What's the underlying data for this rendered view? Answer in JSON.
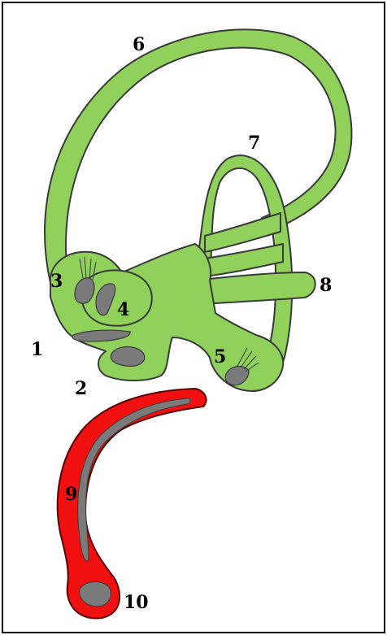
{
  "labels": {
    "n1": "1",
    "n2": "2",
    "n3": "3",
    "n4": "4",
    "n5": "5",
    "n6": "6",
    "n7": "7",
    "n8": "8",
    "n9": "9",
    "n10": "10"
  },
  "colors": {
    "membranous_labyrinth": "#8fd15a",
    "cochlear_part": "#f01010",
    "sensory_epithelium": "#7a7a7a",
    "outline": "#3a3a3a"
  }
}
